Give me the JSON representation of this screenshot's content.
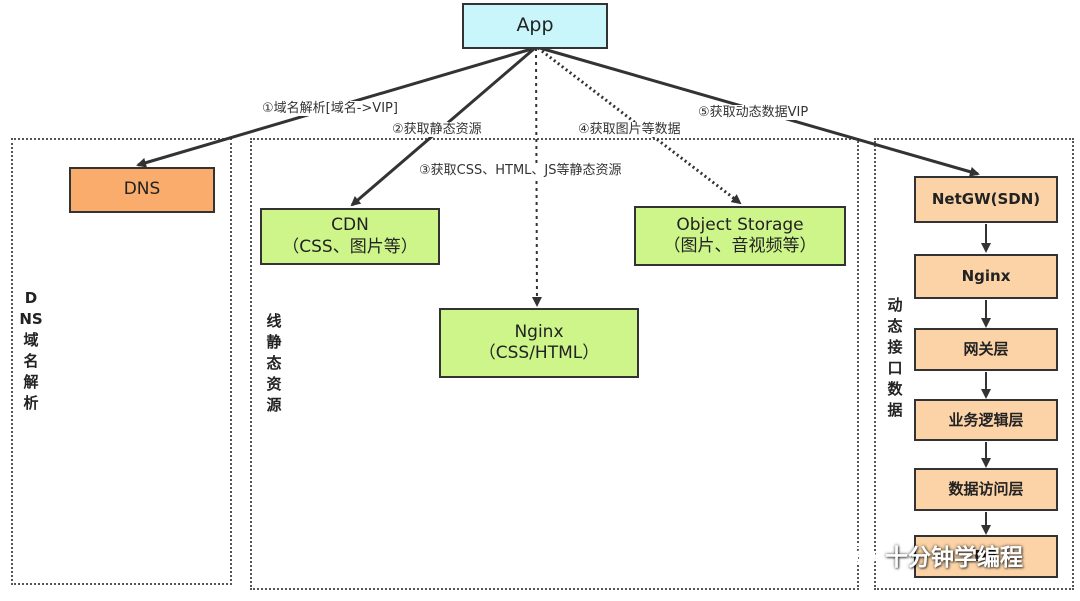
{
  "nodes": {
    "app": "App",
    "dns": "DNS",
    "cdn": {
      "line1": "CDN",
      "line2": "（CSS、图片等）"
    },
    "object_storage": {
      "line1": "Object Storage",
      "line2": "（图片、音视频等）"
    },
    "nginx_static": {
      "line1": "Nginx",
      "line2": "（CSS/HTML）"
    },
    "netgw": "NetGW(SDN)",
    "nginx_dynamic": "Nginx",
    "gateway_layer": "网关层",
    "business_layer": "业务逻辑层",
    "data_access_layer": "数据访问层",
    "db": "DB"
  },
  "edges": {
    "e1": "①域名解析[域名->VIP]",
    "e2": "②获取静态资源",
    "e3": "③获取CSS、HTML、JS等静态资源",
    "e4": "④获取图片等数据",
    "e5": "⑤获取动态数据VIP"
  },
  "groups": {
    "dns": "DNS域名解析",
    "static": "线静态资源",
    "dynamic": "动态接口数据"
  },
  "watermark": "十分钟学编程",
  "colors": {
    "app_fill": "#c8f6fb",
    "dns_fill": "#f9ac6b",
    "static_fill": "#cdf58a",
    "dynamic_fill": "#fbd3a7"
  }
}
